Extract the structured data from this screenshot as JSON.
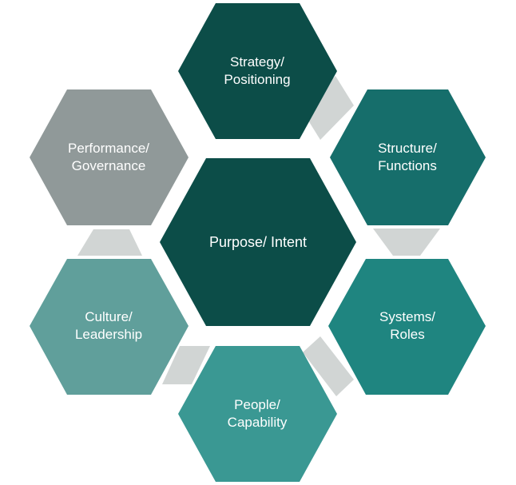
{
  "diagram": {
    "center": {
      "label": "Purpose/ Intent",
      "color": "#0c4d48"
    },
    "nodes": [
      {
        "id": "strategy",
        "label": "Strategy/\nPositioning",
        "color": "#0c4d48"
      },
      {
        "id": "structure",
        "label": "Structure/\nFunctions",
        "color": "#166e6b"
      },
      {
        "id": "systems",
        "label": "Systems/\nRoles",
        "color": "#1f8580"
      },
      {
        "id": "people",
        "label": "People/\nCapability",
        "color": "#3a9893"
      },
      {
        "id": "culture",
        "label": "Culture/\nLeadership",
        "color": "#609f9b"
      },
      {
        "id": "performance",
        "label": "Performance/\nGovernance",
        "color": "#909999"
      }
    ],
    "connector_color": "#d1d5d4"
  }
}
